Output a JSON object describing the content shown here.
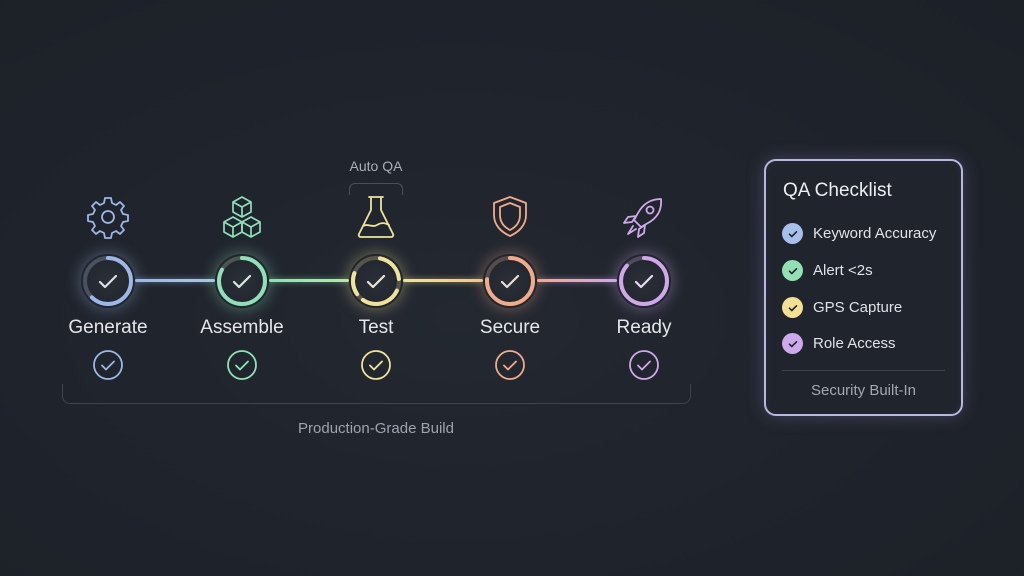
{
  "pipeline": {
    "auto_qa_label": "Auto QA",
    "group_label": "Production-Grade Build",
    "steps": [
      {
        "label": "Generate",
        "icon": "gear-icon",
        "color": "#9db7e6"
      },
      {
        "label": "Assemble",
        "icon": "cubes-icon",
        "color": "#8fe0b8"
      },
      {
        "label": "Test",
        "icon": "flask-icon",
        "color": "#efe39a"
      },
      {
        "label": "Secure",
        "icon": "shield-icon",
        "color": "#f1ab8a"
      },
      {
        "label": "Ready",
        "icon": "rocket-icon",
        "color": "#cfa8ea"
      }
    ]
  },
  "checklist": {
    "title": "QA Checklist",
    "items": [
      {
        "label": "Keyword Accuracy",
        "color": "#a9bfeb"
      },
      {
        "label": "Alert <2s",
        "color": "#94e0b5"
      },
      {
        "label": "GPS Capture",
        "color": "#f3e093"
      },
      {
        "label": "Role Access",
        "color": "#cda9eb"
      }
    ],
    "footer": "Security Built-In",
    "border_color": "#b9b7e2"
  },
  "colors": {
    "background": "#1f232b"
  }
}
